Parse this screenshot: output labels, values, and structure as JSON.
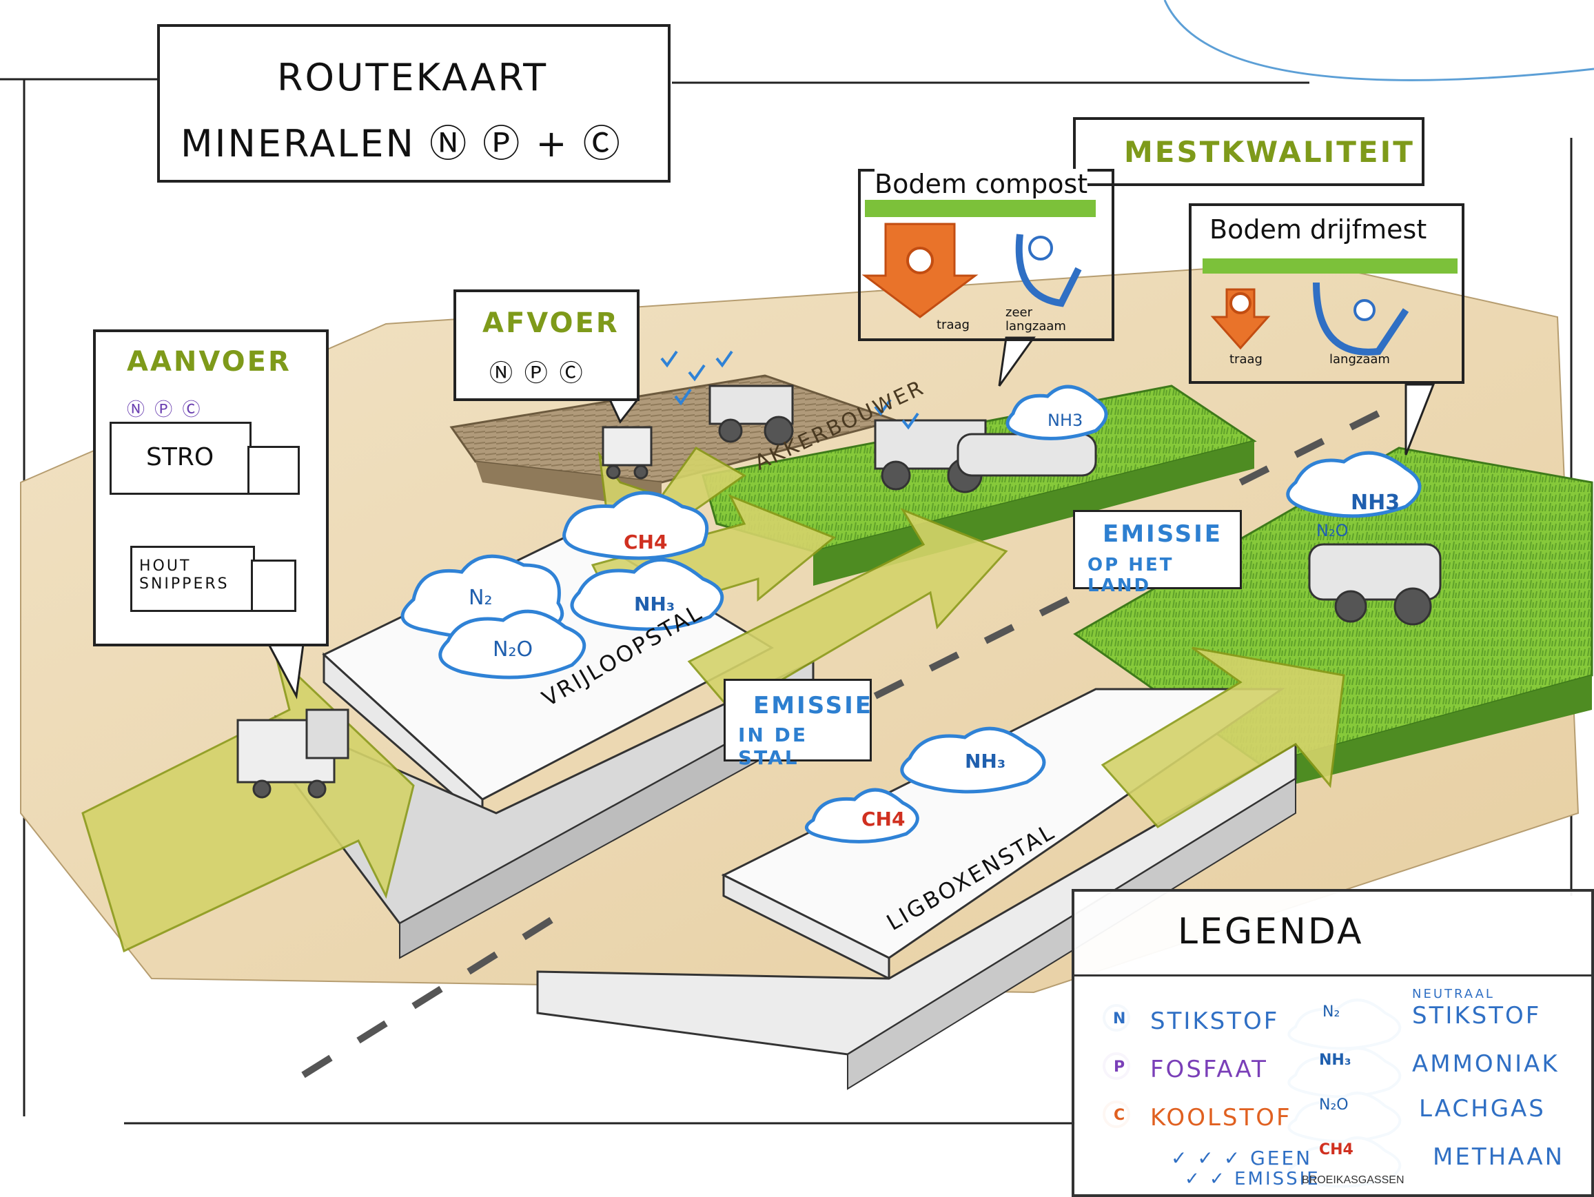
{
  "title": {
    "line1": "ROUTEKAART",
    "line2": "MINERALEN Ⓝ Ⓟ + Ⓒ"
  },
  "mestkwaliteit": "MESTKWALITEIT",
  "bodem_compost": {
    "title": "Bodem compost",
    "carbon_label": "traag",
    "nitrogen_label_1": "zeer",
    "nitrogen_label_2": "langzaam"
  },
  "bodem_drijfmest": {
    "title": "Bodem drijfmest",
    "carbon_label": "traag",
    "nitrogen_label": "langzaam"
  },
  "afvoer": {
    "title": "AFVOER",
    "minerals": "Ⓝ Ⓟ Ⓒ"
  },
  "aanvoer": {
    "title": "AANVOER",
    "truck_minerals": "Ⓝ Ⓟ Ⓒ",
    "stro": "STRO",
    "houtsnippers": "HOUT SNIPPERS"
  },
  "clouds": {
    "n2": "N₂",
    "n2o": "N₂O",
    "ch4": "CH4",
    "nh3": "NH₃",
    "nh3_alt": "NH3"
  },
  "labels": {
    "vrijloopstal": "VRIJLOOPSTAL",
    "ligboxenstal": "LIGBOXENSTAL",
    "akkerbouwer": "AKKERBOUWER"
  },
  "emissie_stal": {
    "line1": "EMISSIE",
    "line2": "IN DE STAL"
  },
  "emissie_land": {
    "line1": "EMISSIE",
    "line2": "OP HET LAND"
  },
  "legend": {
    "title": "LEGENDA",
    "n_letter": "N",
    "p_letter": "P",
    "c_letter": "C",
    "stikstof": "STIKSTOF",
    "fosfaat": "FOSFAAT",
    "koolstof": "KOOLSTOF",
    "geen_emissie_1": "✓ ✓ ✓ GEEN",
    "geen_emissie_2": "✓ ✓ EMISSIE",
    "neutraal": "NEUTRAAL",
    "n2_name": "STIKSTOF",
    "ammoniak": "AMMONIAK",
    "lachgas": "LACHGAS",
    "methaan": "METHAAN",
    "broeikasgassen": "BROEIKASGASSEN"
  },
  "colors": {
    "nitrogen": "#2f6fc4",
    "phosphorus": "#7a3fb8",
    "carbon": "#e06020",
    "ch4": "#d03020",
    "heading_green": "#7e9a1a",
    "emission_blue": "#2d7fd0",
    "grass": "#86c93a"
  }
}
